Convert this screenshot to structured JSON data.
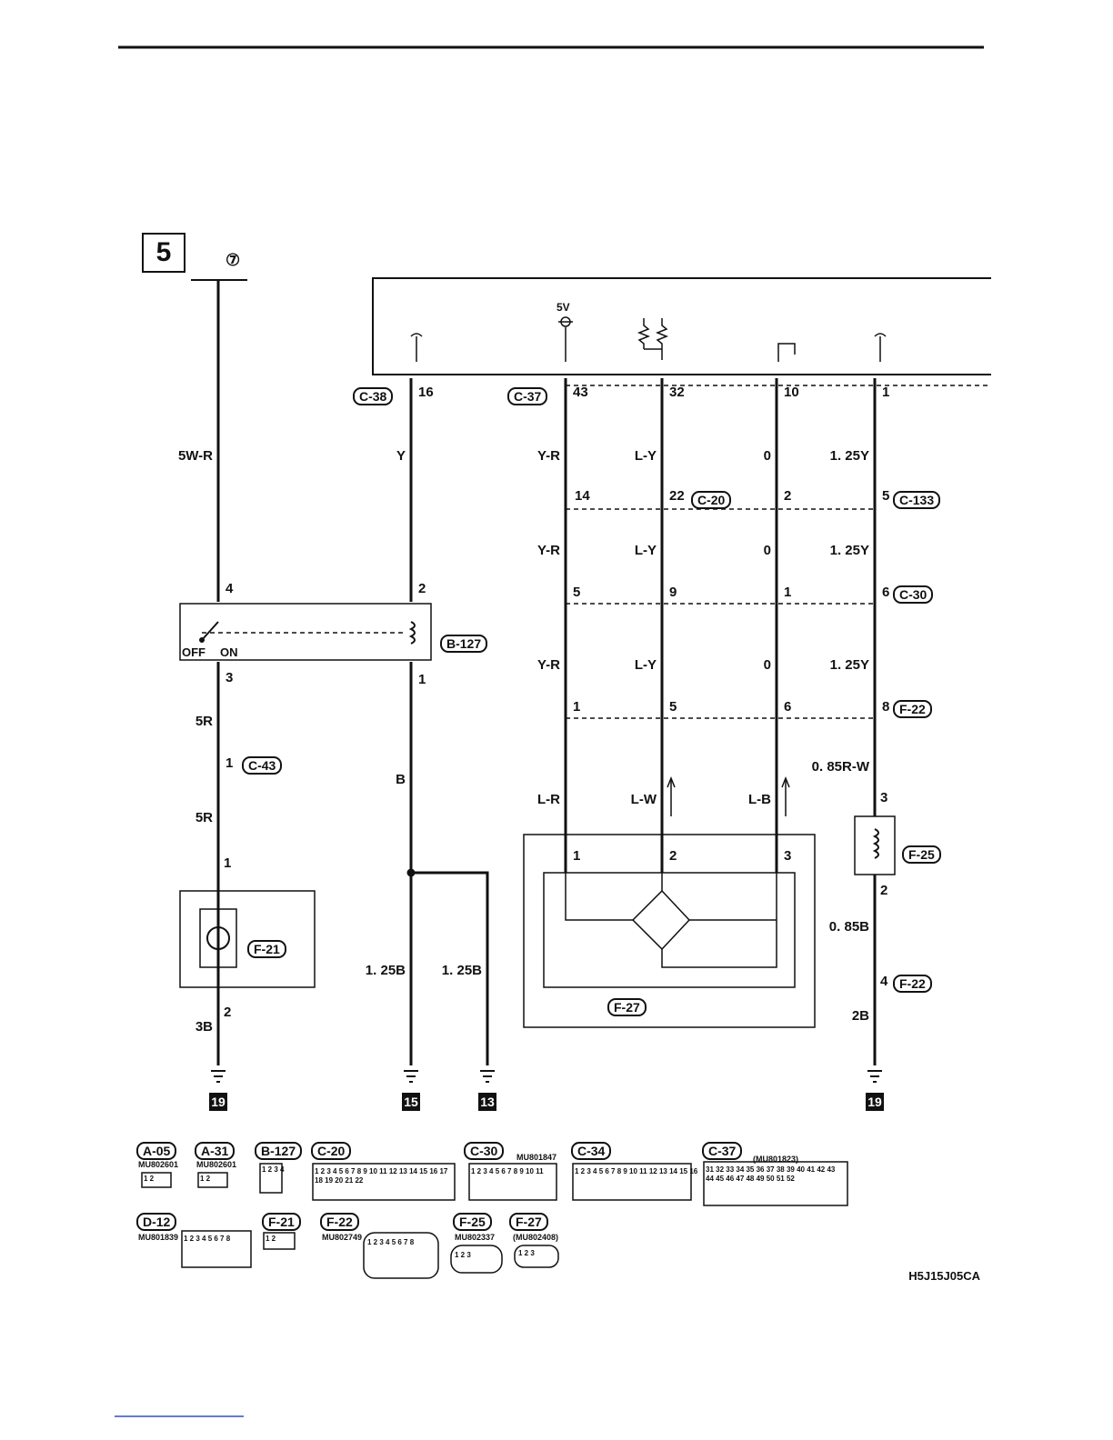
{
  "sheet_number": "5",
  "ref_marker": "⑦",
  "diagram_code": "H5J15J05CA",
  "voltage_label": "5V",
  "relay_switch_labels": {
    "off": "OFF",
    "on": "ON"
  },
  "connectors_top": {
    "c38": "C-38",
    "c37": "C-37",
    "c20": "C-20",
    "c133": "C-133",
    "c30": "C-30",
    "f22a": "F-22",
    "b127": "B-127",
    "c43": "C-43",
    "f21": "F-21",
    "f25": "F-25",
    "f27": "F-27",
    "f22b": "F-22"
  },
  "pins": {
    "c38_16": "16",
    "c37_43": "43",
    "c37_32": "32",
    "c37_10": "10",
    "c37_1": "1",
    "c20_14": "14",
    "c20_22": "22",
    "c20_2": "2",
    "c133_5": "5",
    "c30_5": "5",
    "c30_9": "9",
    "c30_1": "1",
    "c30_6": "6",
    "f22_1": "1",
    "f22_5": "5",
    "f22_6": "6",
    "f22_8": "8",
    "b127_4": "4",
    "b127_2": "2",
    "b127_3": "3",
    "b127_1": "1",
    "c43_1": "1",
    "f21_1": "1",
    "f21_2": "2",
    "f27_1": "1",
    "f27_2": "2",
    "f27_3": "3",
    "f25_3": "3",
    "f25_2": "2",
    "f22_4": "4"
  },
  "wires": {
    "w5wr": "5W-R",
    "wy": "Y",
    "yr1": "Y-R",
    "ly1": "L-Y",
    "o1": "0",
    "y125_1": "1. 25Y",
    "yr2": "Y-R",
    "ly2": "L-Y",
    "o2": "0",
    "y125_2": "1. 25Y",
    "yr3": "Y-R",
    "ly3": "L-Y",
    "o3": "0",
    "y125_3": "1. 25Y",
    "r5a": "5R",
    "r5b": "5R",
    "b": "B",
    "lr": "L-R",
    "lw": "L-W",
    "lb": "L-B",
    "rw085": "0. 85R-W",
    "b085": "0. 85B",
    "b3": "3B",
    "b125a": "1. 25B",
    "b125b": "1. 25B",
    "b2": "2B"
  },
  "grounds": {
    "g19a": "19",
    "g15": "15",
    "g13": "13",
    "g19b": "19"
  },
  "connector_views": [
    {
      "id": "A-05",
      "part": "MU802601",
      "pins": [
        "1",
        "2"
      ]
    },
    {
      "id": "A-31",
      "part": "MU802601",
      "pins": [
        "1",
        "2"
      ]
    },
    {
      "id": "B-127",
      "part": "",
      "pins": [
        "1",
        "2",
        "3",
        "4"
      ]
    },
    {
      "id": "C-20",
      "part": "",
      "pins": [
        "1",
        "2",
        "3",
        "4",
        "5",
        "6",
        "7",
        "8",
        "9",
        "10",
        "11",
        "12",
        "13",
        "14",
        "15",
        "16",
        "17",
        "18",
        "19",
        "20",
        "21",
        "22"
      ]
    },
    {
      "id": "C-30",
      "part": "MU801847",
      "pins": [
        "1",
        "2",
        "3",
        "4",
        "5",
        "6",
        "7",
        "8",
        "9",
        "10",
        "11"
      ]
    },
    {
      "id": "C-34",
      "part": "",
      "pins": [
        "1",
        "2",
        "3",
        "4",
        "5",
        "6",
        "7",
        "8",
        "9",
        "10",
        "11",
        "12",
        "13",
        "14",
        "15",
        "16"
      ]
    },
    {
      "id": "C-37",
      "part": "(MU801823)",
      "pins": [
        "31",
        "32",
        "33",
        "34",
        "35",
        "36",
        "37",
        "38",
        "39",
        "40",
        "41",
        "42",
        "43",
        "44",
        "45",
        "46",
        "47",
        "48",
        "49",
        "50",
        "51",
        "52"
      ]
    },
    {
      "id": "D-12",
      "part": "MU801839",
      "pins": [
        "1",
        "2",
        "3",
        "4",
        "5",
        "6",
        "7",
        "8"
      ]
    },
    {
      "id": "F-21",
      "part": "",
      "pins": [
        "1",
        "2"
      ]
    },
    {
      "id": "F-22",
      "part": "MU802749",
      "pins": [
        "1",
        "2",
        "3",
        "4",
        "5",
        "6",
        "7",
        "8"
      ]
    },
    {
      "id": "F-25",
      "part": "MU802337",
      "pins": [
        "1",
        "2",
        "3"
      ]
    },
    {
      "id": "F-27",
      "part": "(MU802408)",
      "pins": [
        "1",
        "2",
        "3"
      ]
    }
  ]
}
